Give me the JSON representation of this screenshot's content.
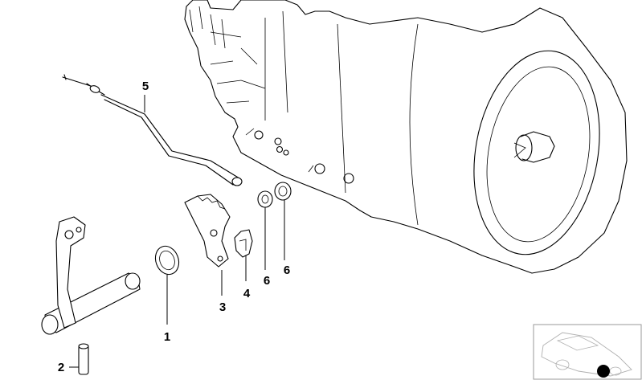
{
  "callouts": [
    {
      "id": "1",
      "label": "1"
    },
    {
      "id": "2",
      "label": "2"
    },
    {
      "id": "3",
      "label": "3"
    },
    {
      "id": "4",
      "label": "4"
    },
    {
      "id": "5",
      "label": "5"
    },
    {
      "id": "6a",
      "label": "6"
    },
    {
      "id": "6b",
      "label": "6"
    }
  ],
  "colors": {
    "line": "#000000",
    "background": "#ffffff",
    "thumbnail_border": "#9a9a9a"
  }
}
